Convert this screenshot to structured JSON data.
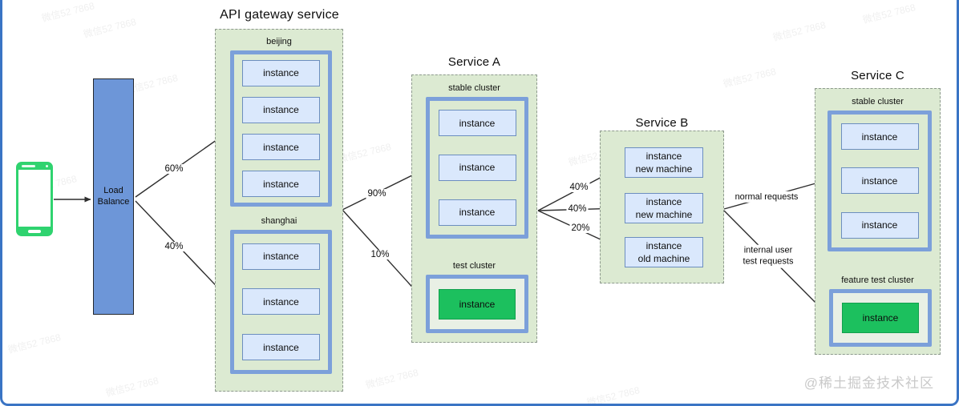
{
  "page": {
    "watermark_text": "微信52 7868",
    "credit": "@稀土掘金技术社区"
  },
  "colors": {
    "container_bg": "#dcead2",
    "container_border_dashed": "#8d998d",
    "cluster_border_blue": "#7ca0da",
    "test_cluster_bg": "#e9f0e5",
    "instance_bg": "#dae8fc",
    "instance_border": "#6c8ebf",
    "green_instance_bg": "#1cc05e",
    "load_balancer_bg": "#6d96d8",
    "phone_green": "#2fd36f",
    "page_border_blue": "#3a74c4",
    "arrow": "#2e2e2e"
  },
  "load_balancer": {
    "line1": "Load",
    "line2": "Balance"
  },
  "api_gateway": {
    "title": "API gateway service",
    "beijing": {
      "name": "beijing",
      "instances": [
        "instance",
        "instance",
        "instance",
        "instance"
      ]
    },
    "shanghai": {
      "name": "shanghai",
      "instances": [
        "instance",
        "instance",
        "instance"
      ]
    }
  },
  "service_a": {
    "title": "Service A",
    "stable": {
      "name": "stable cluster",
      "instances": [
        "instance",
        "instance",
        "instance"
      ]
    },
    "test": {
      "name": "test cluster",
      "instance": "instance"
    }
  },
  "service_b": {
    "title": "Service B",
    "instances": [
      {
        "line1": "instance",
        "line2": "new machine"
      },
      {
        "line1": "instance",
        "line2": "new machine"
      },
      {
        "line1": "instance",
        "line2": "old machine"
      }
    ]
  },
  "service_c": {
    "title": "Service C",
    "stable": {
      "name": "stable cluster",
      "instances": [
        "instance",
        "instance",
        "instance"
      ]
    },
    "test": {
      "name": "feature test cluster",
      "instance": "instance"
    }
  },
  "edges": {
    "lb_to_beijing": "60%",
    "lb_to_shanghai": "40%",
    "gw_to_stable": "90%",
    "gw_to_test": "10%",
    "a_to_b_new1": "40%",
    "a_to_b_new2": "40%",
    "a_to_b_old": "20%",
    "b_to_c_stable": "normal requests",
    "b_to_c_test_line1": "internal user",
    "b_to_c_test_line2": "test requests"
  }
}
